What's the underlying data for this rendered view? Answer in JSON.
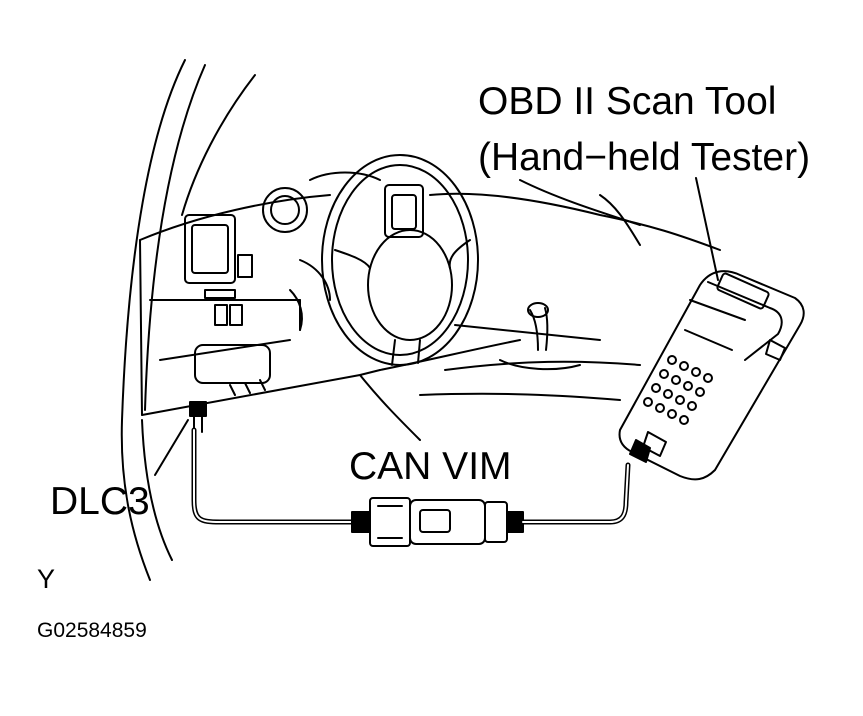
{
  "labels": {
    "scan_tool_line1": "OBD II Scan Tool",
    "scan_tool_line2": "(Hand−held Tester)",
    "can_vim": "CAN VIM",
    "dlc3": "DLC3",
    "view_code": "Y",
    "figure_id": "G02584859"
  },
  "colors": {
    "line": "#000000",
    "background": "#ffffff"
  }
}
